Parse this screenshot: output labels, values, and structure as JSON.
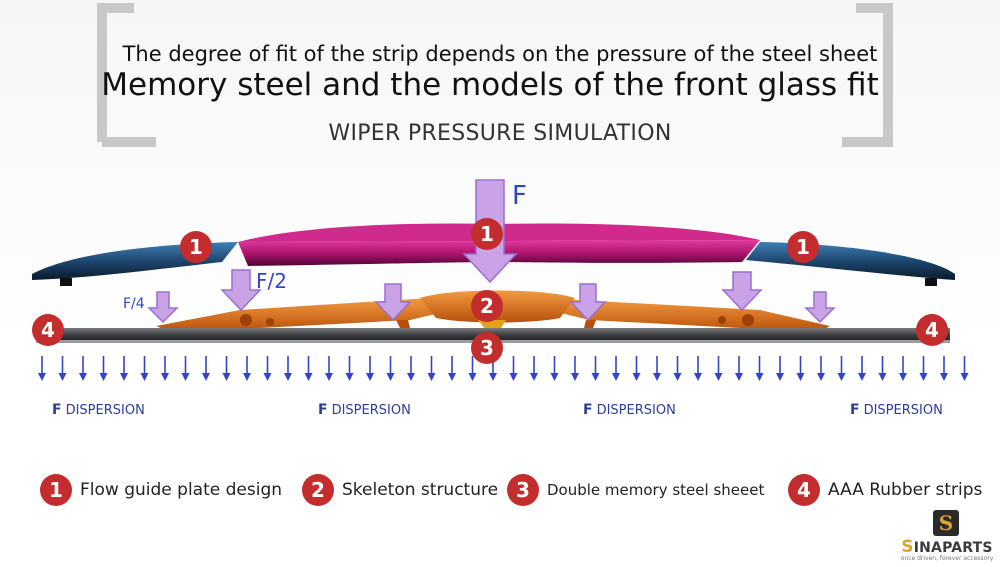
{
  "header": {
    "subtitle": "The degree of fit of the strip depends on the pressure of the steel sheet",
    "title": "Memory steel and the models of the front glass fit",
    "simulation_label": "WIPER PRESSURE SIMULATION"
  },
  "force_labels": {
    "total": "F",
    "half": "F/2",
    "quarter": "F/4"
  },
  "dispersion": {
    "letter": "F",
    "word": "DISPERSION"
  },
  "markers": [
    "1",
    "1",
    "1",
    "2",
    "3",
    "4",
    "4"
  ],
  "legend": [
    {
      "num": "1",
      "label": "Flow guide plate design"
    },
    {
      "num": "2",
      "label": "Skeleton structure"
    },
    {
      "num": "3",
      "label": "Double memory steel sheeet"
    },
    {
      "num": "4",
      "label": "AAA Rubber strips"
    }
  ],
  "logo": {
    "mark": "S",
    "name_first": "S",
    "name_rest": "INAPARTS",
    "tagline": "once driven, forever accessory"
  },
  "colors": {
    "marker_red": "#c42d2d",
    "arrow_blue": "#3344cc",
    "force_arrow_fill": "#c9a3e6",
    "spoiler_magenta": "#b0146a",
    "spoiler_blue": "#1e4670",
    "skeleton_orange": "#d96a1c",
    "rubber_strip": "#3a3c40"
  }
}
